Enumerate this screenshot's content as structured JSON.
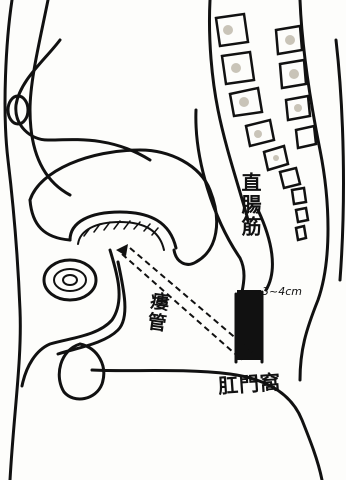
{
  "labels": {
    "rectum": "直腸筋",
    "fistula": "瘻管",
    "anal": "肛門窩",
    "measure": "3~4cm"
  },
  "colors": {
    "ink": "#111111",
    "paper": "#fdfdfb",
    "shade": "#c9c4b8"
  }
}
